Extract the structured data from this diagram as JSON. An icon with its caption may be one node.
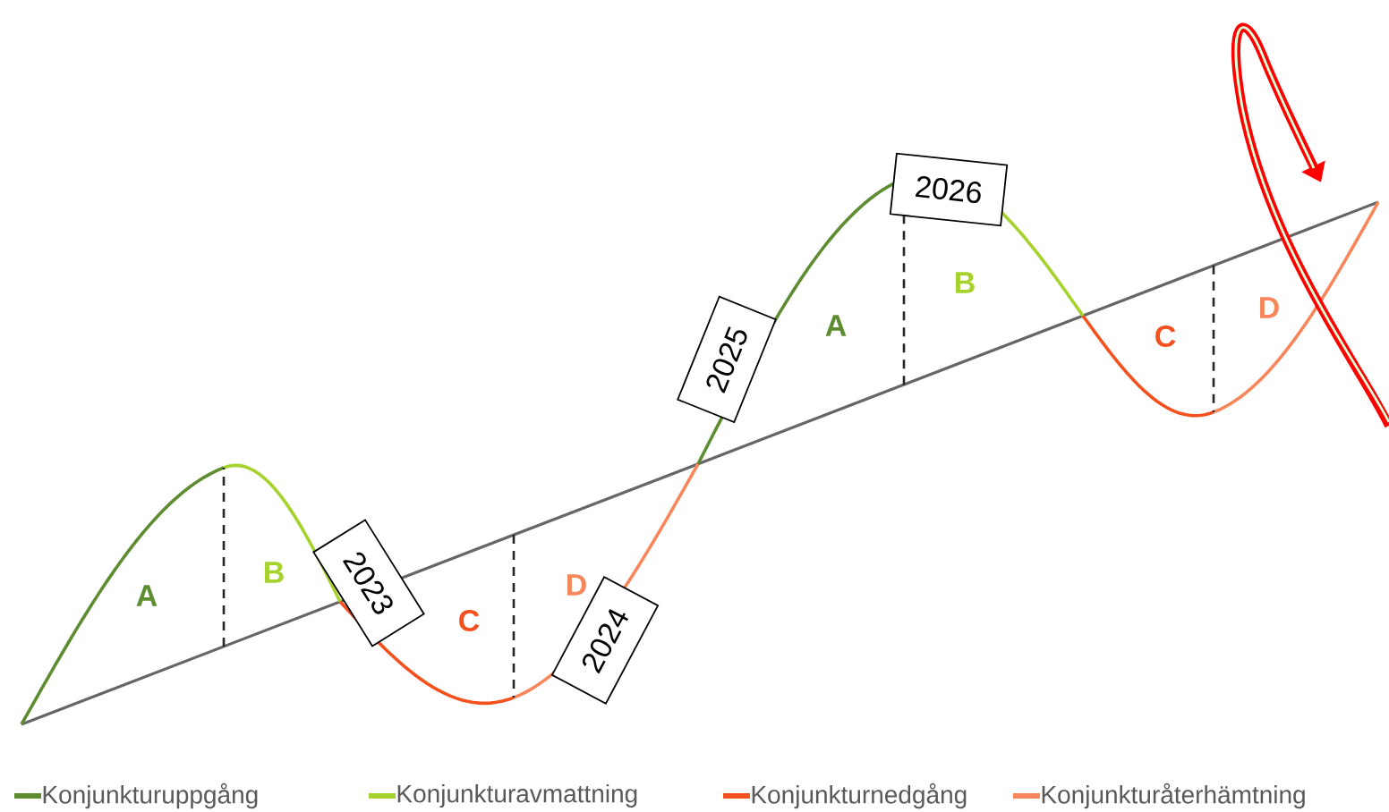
{
  "diagram": {
    "nodes": [
      {
        "text": [
          "2023"
        ]
      },
      {
        "text": [
          "2024"
        ]
      },
      {
        "text": [
          "2025"
        ]
      },
      {
        "text": [
          "2026"
        ]
      }
    ],
    "labels": [
      "A",
      "B",
      "C",
      "D",
      "A",
      "B",
      "C",
      "D"
    ],
    "legend": [
      {
        "text": "Konjunkturuppgång",
        "color": "#5e8c31"
      },
      {
        "text": "Konjunkturavmattning",
        "color": "#a5d22d"
      },
      {
        "text": "Konjunkturnedgång",
        "color": "#f4511e"
      },
      {
        "text": "Konjunkturåterhämtning",
        "color": "#f7875a"
      }
    ]
  }
}
